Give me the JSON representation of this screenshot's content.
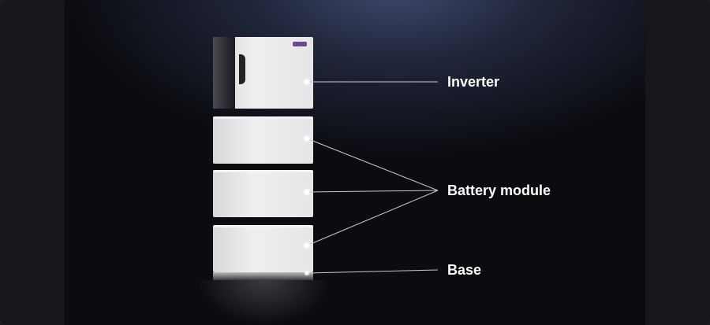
{
  "labels": {
    "inverter": "Inverter",
    "battery": "Battery module",
    "base": "Base"
  },
  "colors": {
    "background": "#0b0c10",
    "unit": "#e6e6e6",
    "label": "#ffffff"
  }
}
